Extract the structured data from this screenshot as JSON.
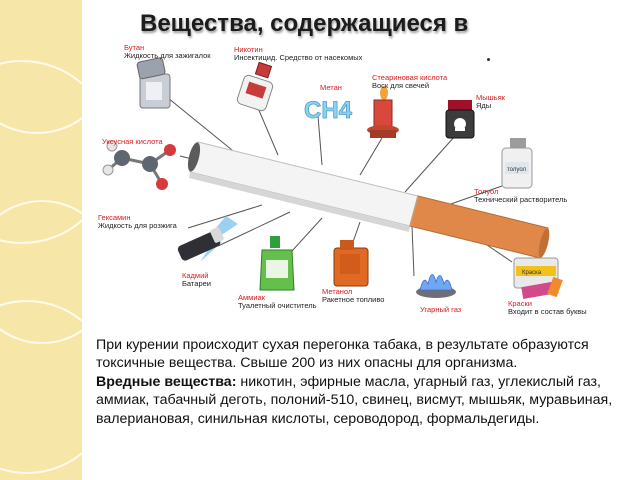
{
  "slide": {
    "title": "Вещества, содержащиеся в",
    "paragraph1": "При курении происходит сухая перегонка табака, в результате образуются токсичные вещества. Свыше 200 из них опасны для организма.",
    "harmful_label": "Вредные вещества:",
    "harmful_list": " никотин, эфирные масла, угарный газ, углекислый газ, аммиак, табачный деготь, полоний-510, свинец, висмут, мышьяк, муравьиная, валериановая, синильная кислоты, сероводород, формальдегиды."
  },
  "labels": {
    "butan": {
      "name": "Бутан",
      "desc": "Жидкость для зажигалок"
    },
    "nikotin": {
      "name": "Никотин",
      "desc": "Инсектицид. Средство от насекомых"
    },
    "metan": {
      "name": "Метан"
    },
    "stearin": {
      "name": "Стеариновая кислота",
      "desc": "Воск для свечей"
    },
    "myshyak": {
      "name": "Мышьяк",
      "desc": "Яды"
    },
    "uksus": {
      "name": "Уксусная кислота"
    },
    "toluol": {
      "name": "Толуол",
      "desc": "Технический растворитель"
    },
    "geksamin": {
      "name": "Гексамин",
      "desc": "Жидкость для розжига"
    },
    "kadmiy": {
      "name": "Кадмий",
      "desc": "Батареи"
    },
    "ammiak": {
      "name": "Аммиак",
      "desc": "Туалетный очиститель"
    },
    "metanol": {
      "name": "Метанол",
      "desc": "Ракетное топливо"
    },
    "ugarny": {
      "name": "Угарный газ"
    },
    "kraski": {
      "name": "Краски",
      "desc": "Входит в состав буквы"
    }
  },
  "product_text": {
    "ch4": "CH4",
    "toluol_bottle": "толуол",
    "paint_can": "Краска"
  },
  "colors": {
    "title": "#1c1c1c",
    "label_name": "#d32020",
    "strip": "#f6e7a8",
    "filter": "#e0884a",
    "connector": "#555555"
  }
}
